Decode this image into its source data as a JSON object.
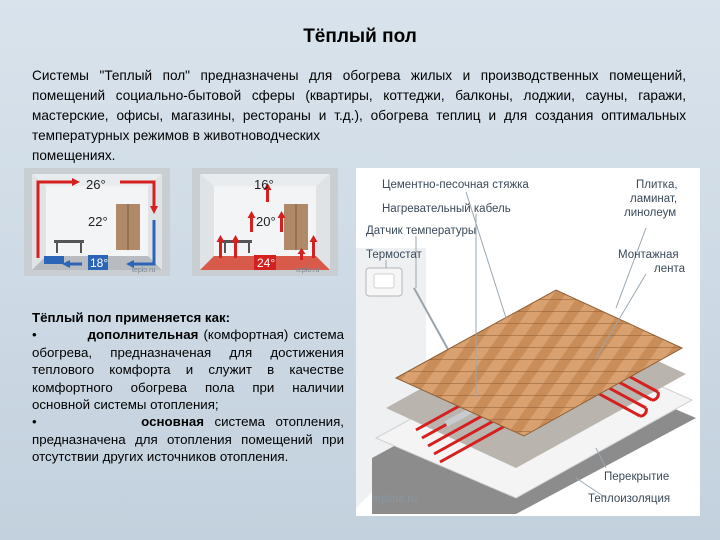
{
  "title": "Тёплый пол",
  "intro": {
    "text": "Системы \"Теплый пол\" предназначены для обогрева жилых и производственных помещений, помещений социально-бытовой сферы (квартиры, коттеджи, балконы, лоджии, сауны, гаражи, мастерские, офисы, магазины, рестораны и т.д.), обогрева теплиц и для создания оптимальных температурных режимов в животноводческих",
    "last_line": "помещениях."
  },
  "rooms": {
    "left": {
      "temp_top": "26°",
      "temp_mid": "22°",
      "temp_bottom": "18°",
      "watermark": "teplo.ru"
    },
    "right": {
      "temp_top": "16°",
      "temp_mid": "20°",
      "temp_bottom": "24°",
      "watermark": "teplo.ru"
    }
  },
  "uses": {
    "heading": "Тёплый пол применяется как:",
    "item1_bullet": "•",
    "item1_bold": "дополнительная",
    "item1_rest": "(комфортная) система обогрева, предназначеная для достижения теплового комфорта и служит в качестве комфортного обогрева пола при наличии основной системы отопления;",
    "item2_bullet": "•",
    "item2_bold": "основная",
    "item2_rest": "система отопления, предназначена для отопления помещений при отсутствии других источников отопления."
  },
  "diagram": {
    "labels": {
      "screed": "Цементно-песочная стяжка",
      "cable": "Нагревательный кабель",
      "sensor": "Датчик температуры",
      "thermostat": "Термостат",
      "tile_1": "Плитка,",
      "tile_2": "ламинат,",
      "tile_3": "линолеум",
      "tape_1": "Монтажная",
      "tape_2": "лента",
      "slab": "Перекрытие",
      "insulation": "Теплоизоляция",
      "watermark": "teplina.ru"
    },
    "colors": {
      "cable": "#d62020",
      "wood": "#d9a16f",
      "screed": "#b9b4ae",
      "insulation": "#f4f4f4",
      "slab": "#8c8c8c"
    }
  }
}
